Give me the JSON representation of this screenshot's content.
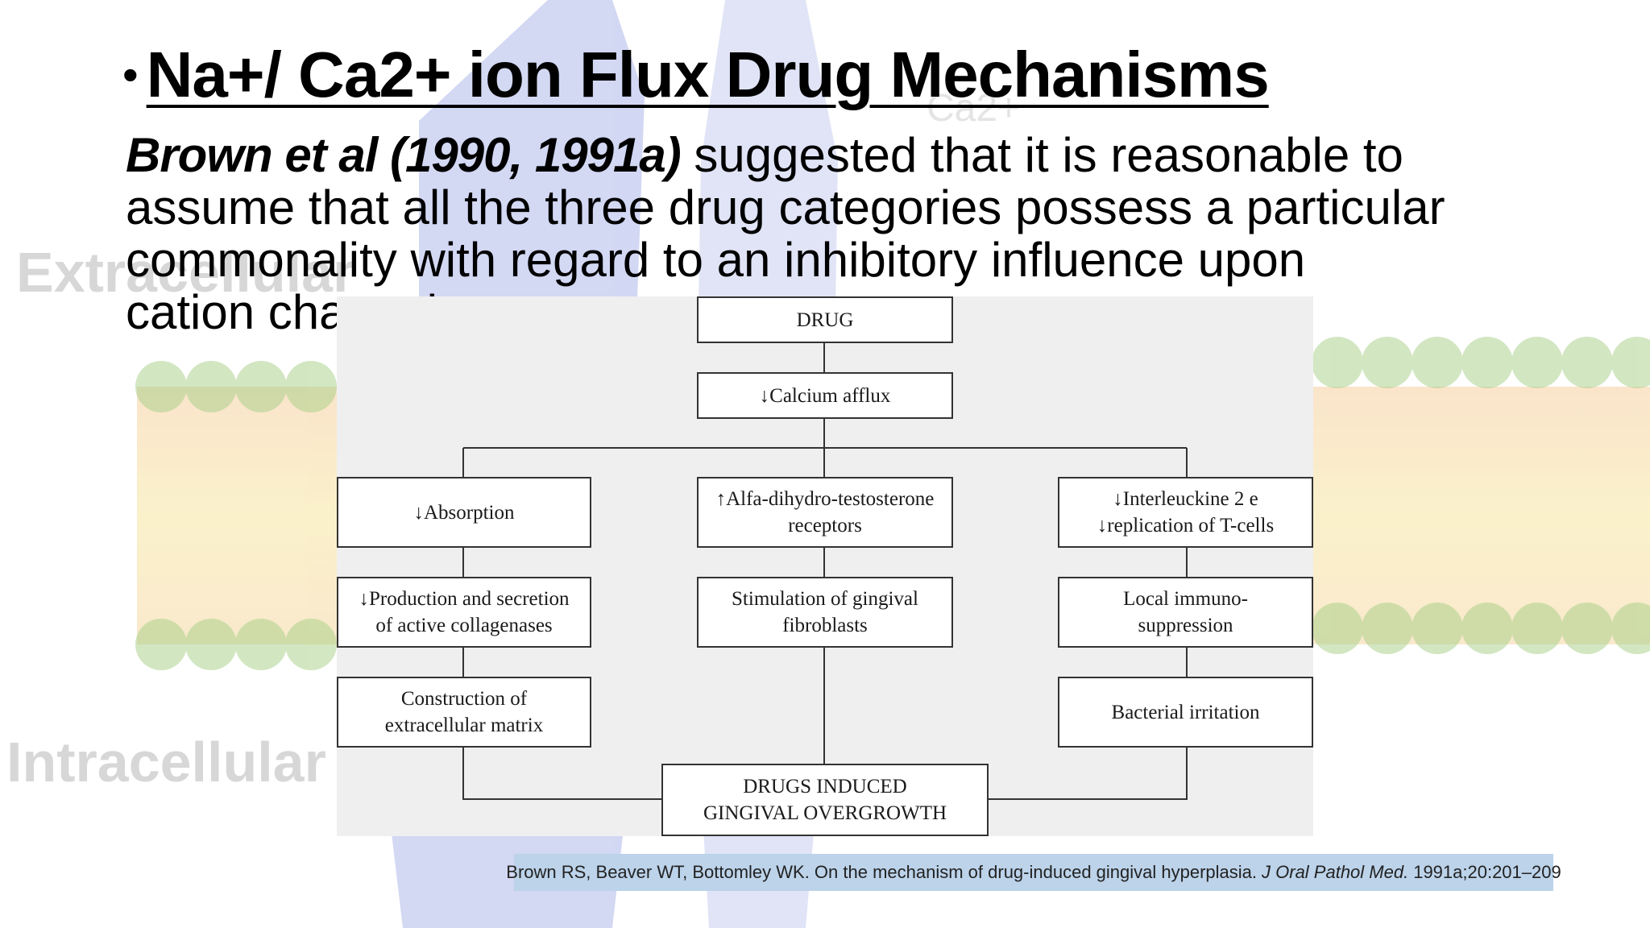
{
  "slide": {
    "bullet": "•",
    "title": "Na+/ Ca2+ ion Flux Drug Mechanisms",
    "citation": "Brown et al (1990, 1991a)",
    "body_text": " suggested that it is reasonable to assume that all the three drug categories possess a particular commonality with regard to an inhibitory influence upon cation channels."
  },
  "background": {
    "label_extracellular": "Extracellular",
    "label_intracellular": "Intracellular",
    "label_ion": "Ca2+"
  },
  "diagram": {
    "drug": "DRUG",
    "calcium_afflux": "↓Calcium afflux",
    "absorption": "↓Absorption",
    "alfa_line1": "↑Alfa-dihydro-testosterone",
    "alfa_line2": "receptors",
    "interleukine_line1": "↓Interleuckine 2 e",
    "interleukine_line2": "↓replication of T-cells",
    "production_line1": "↓Production and  secretion",
    "production_line2": "of active collagenases",
    "stimulation_line1": "Stimulation of gingival",
    "stimulation_line2": "fibroblasts",
    "local_line1": "Local immuno-",
    "local_line2": "suppression",
    "construction_line1": "Construction of",
    "construction_line2": "extracellular matrix",
    "bacterial": "Bacterial irritation",
    "result_line1": "DRUGS INDUCED",
    "result_line2": "GINGIVAL OVERGROWTH"
  },
  "reference": {
    "authors": "Brown RS, Beaver WT, Bottomley WK. On the mechanism of drug-induced gingival hyperplasia.",
    "journal": "J Oral Pathol Med.",
    "details": "1991a;20:201–209"
  },
  "colors": {
    "title": "#000000",
    "reference_bg": "#bcd3ea",
    "membrane_head": "#a6cf86",
    "membrane_tail": "#f3dd86",
    "channel": "#9aa7e0"
  }
}
